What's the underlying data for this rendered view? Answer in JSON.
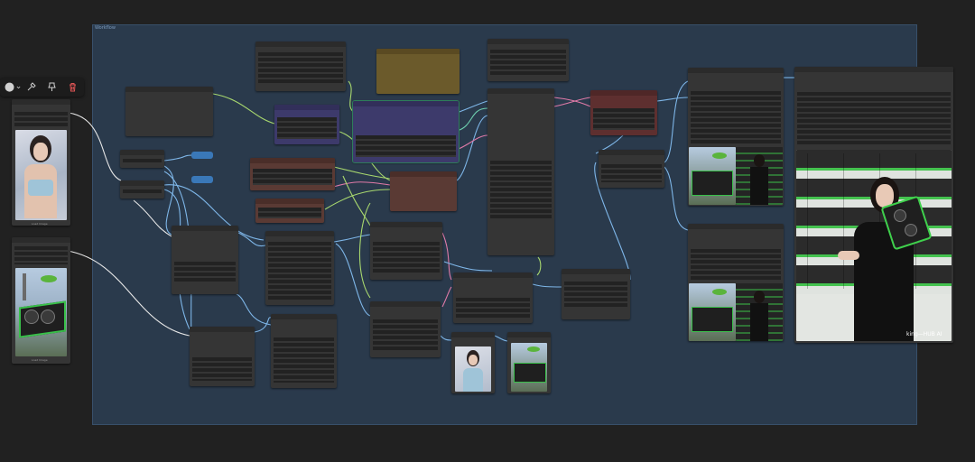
{
  "canvas": {
    "background": "#212121"
  },
  "group": {
    "title": "Workflow",
    "color": "#2a3a4c"
  },
  "toolbar": {
    "items": [
      {
        "name": "color-picker",
        "glyph": "●"
      },
      {
        "name": "chevron-down-icon",
        "glyph": "⌄"
      },
      {
        "name": "pin-icon",
        "glyph": "⌂"
      },
      {
        "name": "bookmark-icon",
        "glyph": "†"
      },
      {
        "name": "trash-icon",
        "glyph": "␡"
      }
    ],
    "delete_color": "#e05555"
  },
  "images": {
    "load_image_1_caption": "Load Image",
    "load_image_2_caption": "Load Image",
    "watermark": "king—HUB AI"
  },
  "node_colors": {
    "default": "#353535",
    "red": "#5a3a34",
    "purple": "#3d3a6b",
    "yellow": "#6b5a2b",
    "maroon": "#5e2f2f"
  },
  "link_colors": [
    "#7eb6e8",
    "#a8d86e",
    "#e07aa8",
    "#c9a84a",
    "#6fd0b0",
    "#e8e8e8"
  ]
}
